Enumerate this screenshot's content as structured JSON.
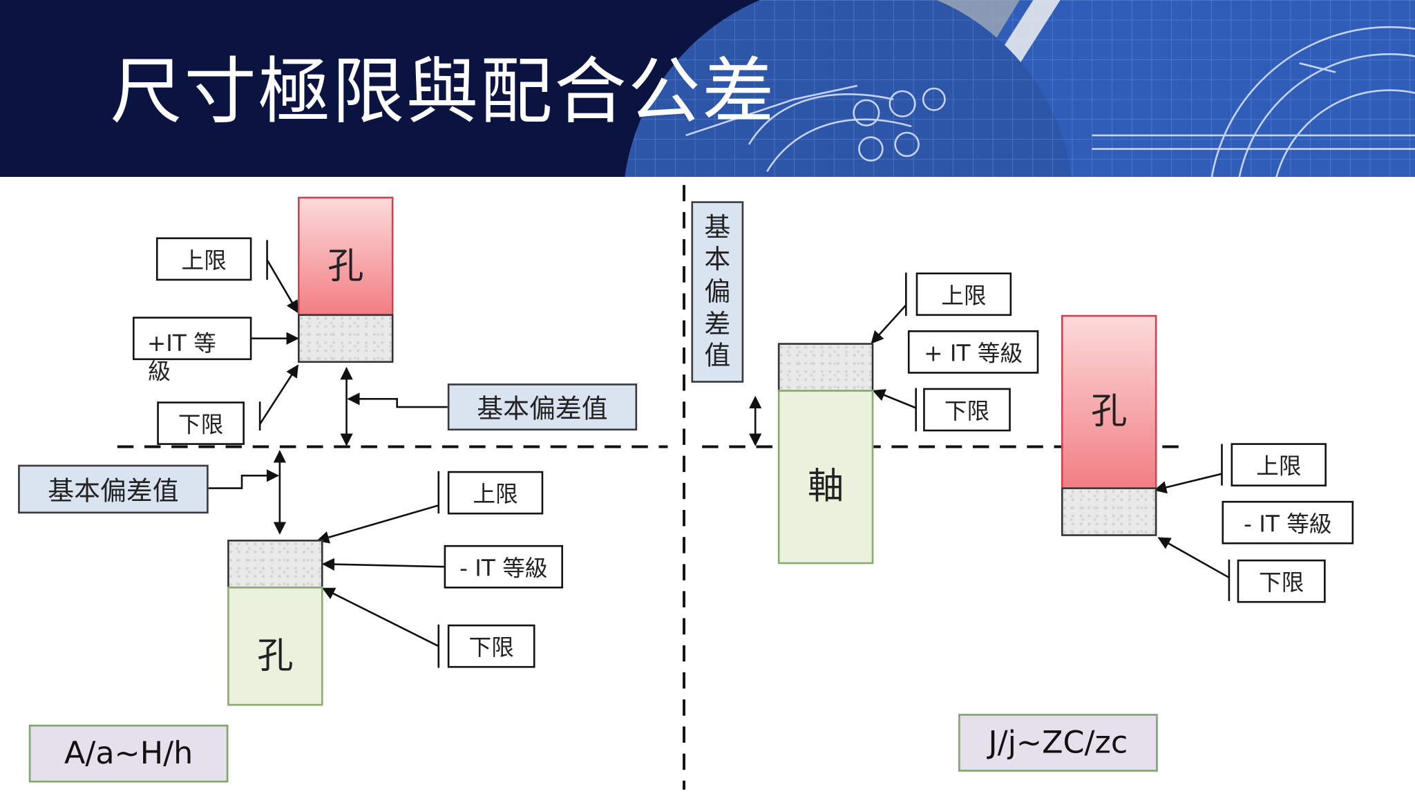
{
  "title": "尺寸極限與配合公差",
  "labels": {
    "upper": "上限",
    "lower": "下限",
    "plus_it_a": "+IT 等",
    "plus_it_b": "級",
    "plus_it": "+ IT 等級",
    "minus_it": "- IT 等級",
    "fundamental_deviation": "基本偏差值",
    "fundamental_deviation_chars": [
      "基",
      "本",
      "偏",
      "差",
      "值"
    ],
    "hole": "孔",
    "shaft": "軸",
    "range_left": "A/a~H/h",
    "range_right": "J/j~ZC/zc"
  },
  "colors": {
    "banner": "#0b1340",
    "blueprint": "#2f5db8",
    "hole_red": "#f27e84",
    "shaft_green": "#eaf2dd",
    "tolerance_grey": "#e9e9e9",
    "label_blue": "#dae3f0",
    "label_lilac": "#e6dfec"
  }
}
